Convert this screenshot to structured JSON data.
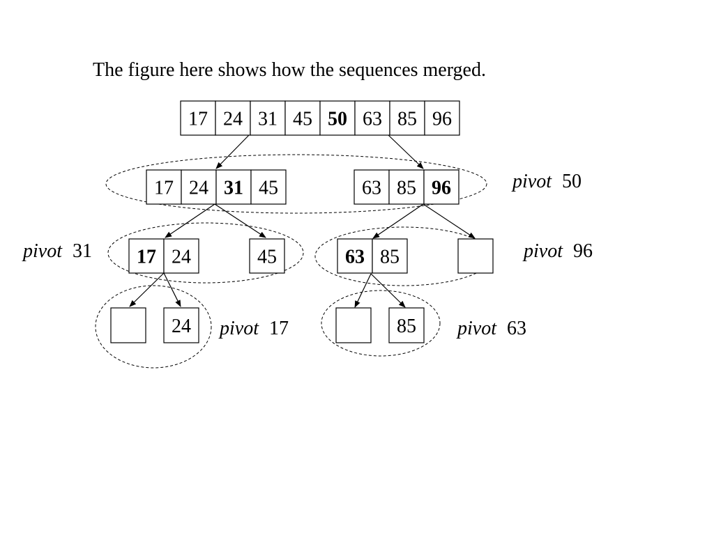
{
  "caption": "The figure here shows how the sequences merged.",
  "rows": {
    "root": [
      {
        "value": "17",
        "bold": false
      },
      {
        "value": "24",
        "bold": false
      },
      {
        "value": "31",
        "bold": false
      },
      {
        "value": "45",
        "bold": false
      },
      {
        "value": "50",
        "bold": true
      },
      {
        "value": "63",
        "bold": false
      },
      {
        "value": "85",
        "bold": false
      },
      {
        "value": "96",
        "bold": false
      }
    ],
    "level1_left": [
      {
        "value": "17",
        "bold": false
      },
      {
        "value": "24",
        "bold": false
      },
      {
        "value": "31",
        "bold": true
      },
      {
        "value": "45",
        "bold": false
      }
    ],
    "level1_right": [
      {
        "value": "63",
        "bold": false
      },
      {
        "value": "85",
        "bold": false
      },
      {
        "value": "96",
        "bold": true
      }
    ],
    "level2_a": [
      {
        "value": "17",
        "bold": true
      },
      {
        "value": "24",
        "bold": false
      }
    ],
    "level2_b": [
      {
        "value": "45",
        "bold": false
      }
    ],
    "level2_c": [
      {
        "value": "63",
        "bold": true
      },
      {
        "value": "85",
        "bold": false
      }
    ],
    "level2_d": [
      {
        "value": "",
        "bold": false
      }
    ],
    "level3_a": [
      {
        "value": "",
        "bold": false
      }
    ],
    "level3_b": [
      {
        "value": "24",
        "bold": false
      }
    ],
    "level3_c": [
      {
        "value": "",
        "bold": false
      }
    ],
    "level3_d": [
      {
        "value": "85",
        "bold": false
      }
    ]
  },
  "pivot_labels": {
    "word": "pivot",
    "p50": "50",
    "p31": "31",
    "p96": "96",
    "p17": "17",
    "p63": "63"
  }
}
